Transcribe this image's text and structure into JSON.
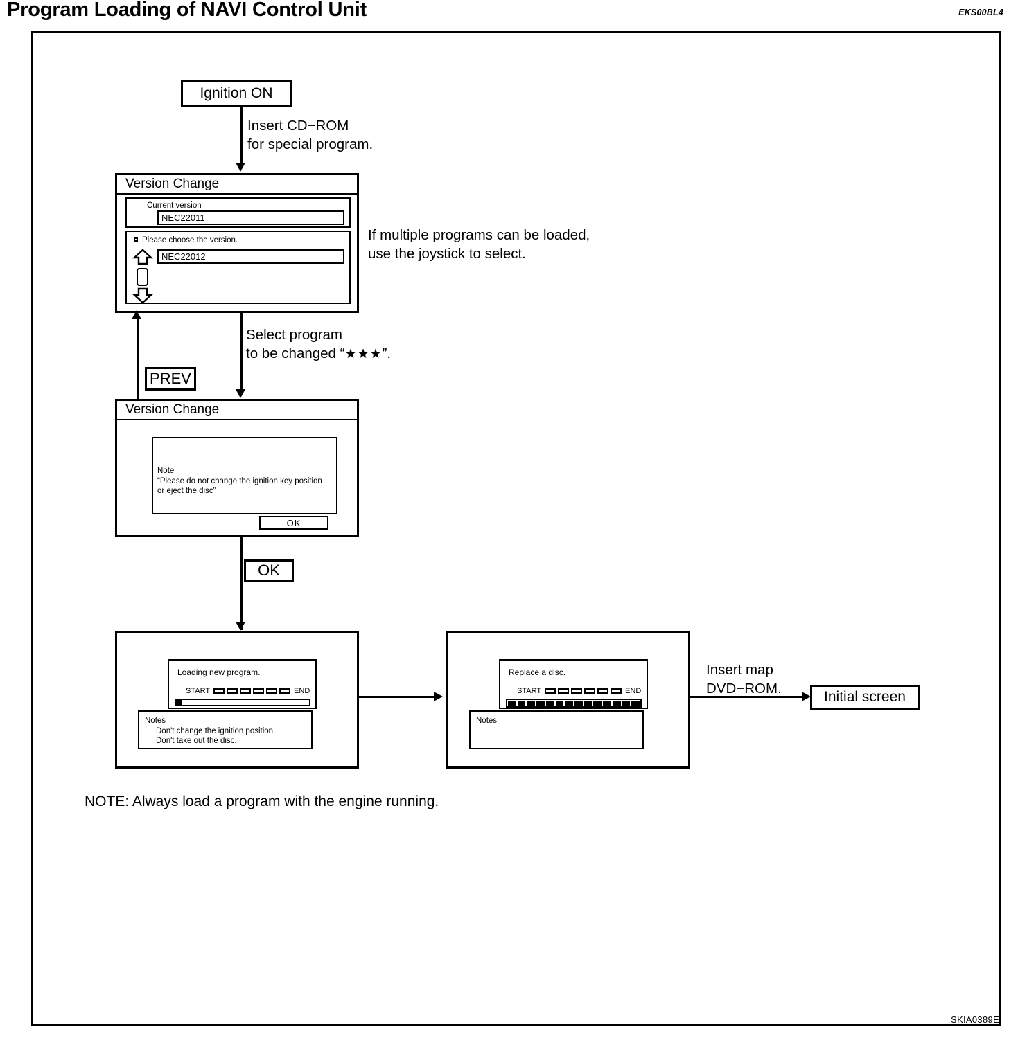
{
  "header": {
    "title": "Program Loading of NAVI Control Unit",
    "ref_code": "EKS00BL4"
  },
  "figure_code": "SKIA0389E",
  "nodes": {
    "ignition_on": "Ignition ON",
    "initial_screen": "Initial screen",
    "prev_button": "PREV",
    "ok_button": "OK"
  },
  "annotations": {
    "insert_cdrom": "Insert CD−ROM\nfor special program.",
    "insert_cdrom_line1": "Insert CD−ROM",
    "insert_cdrom_line2": "for special program.",
    "multiple_programs_line1": "If multiple programs can be loaded,",
    "multiple_programs_line2": "use the joystick to select.",
    "select_program_line1": "Select program",
    "select_program_line2_pre": "to be changed “",
    "select_program_stars": "★★★",
    "select_program_line2_post": "”.",
    "insert_map_line1": "Insert map",
    "insert_map_line2": "DVD−ROM.",
    "bottom_note": "NOTE: Always load a program with the engine running."
  },
  "screen1": {
    "title": "Version Change",
    "current_version_label": "Current version",
    "current_version_value": "NEC22011",
    "choose_version_label": "Please choose the version.",
    "selectable_version_value": "NEC22012",
    "scroll_up_icon": "arrow-up-icon",
    "scroll_down_icon": "arrow-down-icon"
  },
  "screen2": {
    "title": "Version Change",
    "note_label": "Note",
    "note_line1": "“Please do not change the ignition key position",
    "note_line2": "or eject the disc”",
    "ok_label": "OK"
  },
  "screen3": {
    "message": "Loading new program.",
    "start_label": "START",
    "end_label": "END",
    "segment_count": 6,
    "progress_percent": 4,
    "notes_label": "Notes",
    "notes_line1": "Don't change the ignition position.",
    "notes_line2": "Don't take out the disc."
  },
  "screen4": {
    "message": "Replace a disc.",
    "start_label": "START",
    "end_label": "END",
    "segment_count": 6,
    "progress_percent": 100,
    "filled_cell_count": 14,
    "notes_label": "Notes"
  }
}
